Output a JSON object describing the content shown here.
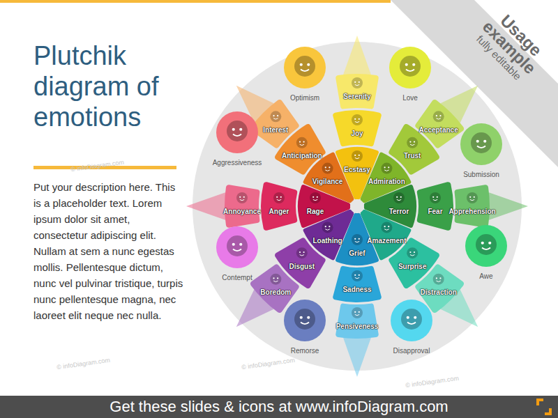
{
  "diagram": {
    "title": "Plutchik diagram of emotions",
    "nodes": [
      {
        "text": [
          "Serenity"
        ]
      },
      {
        "text": [
          "Joy"
        ]
      },
      {
        "text": [
          "Ecstasy"
        ]
      },
      {
        "text": [
          "Acceptance"
        ]
      },
      {
        "text": [
          "Trust"
        ]
      },
      {
        "text": [
          "Admiration"
        ]
      },
      {
        "text": [
          "Apprehension"
        ]
      },
      {
        "text": [
          "Fear"
        ]
      },
      {
        "text": [
          "Terror"
        ]
      },
      {
        "text": [
          "Distraction"
        ]
      },
      {
        "text": [
          "Surprise"
        ]
      },
      {
        "text": [
          "Amazement"
        ]
      },
      {
        "text": [
          "Pensiveness"
        ]
      },
      {
        "text": [
          "Sadness"
        ]
      },
      {
        "text": [
          "Grief"
        ]
      },
      {
        "text": [
          "Boredom"
        ]
      },
      {
        "text": [
          "Disgust"
        ]
      },
      {
        "text": [
          "Loathing"
        ]
      },
      {
        "text": [
          "Annoyance"
        ]
      },
      {
        "text": [
          "Anger"
        ]
      },
      {
        "text": [
          "Rage"
        ]
      },
      {
        "text": [
          "Interest"
        ]
      },
      {
        "text": [
          "Anticipation"
        ]
      },
      {
        "text": [
          "Vigilance"
        ]
      },
      {
        "text": [
          "Optimism"
        ]
      },
      {
        "text": [
          "Love"
        ]
      },
      {
        "text": [
          "Submission"
        ]
      },
      {
        "text": [
          "Awe"
        ]
      },
      {
        "text": [
          "Disapproval"
        ]
      },
      {
        "text": [
          "Remorse"
        ]
      },
      {
        "text": [
          "Contempt"
        ]
      },
      {
        "text": [
          "Aggressiveness"
        ]
      }
    ],
    "labels": [
      "Put your description here. This is a placeholder text. Lorem ipsum dolor sit amet, consectetur adipiscing elit. Nullam at sem a nunc egestas mollis. Pellentesque dictum, nunc vel pulvinar tristique, turpis nunc pellentesque magna, nec laoreet elit neque nec nulla.",
      "Usage",
      "example",
      "fully editable",
      "Get these slides & icons at www.infoDiagram.com",
      "© infoDiagram.com",
      "© infoDiagram.com",
      "© infoDiagram.com",
      "© infoDiagram.com"
    ]
  }
}
